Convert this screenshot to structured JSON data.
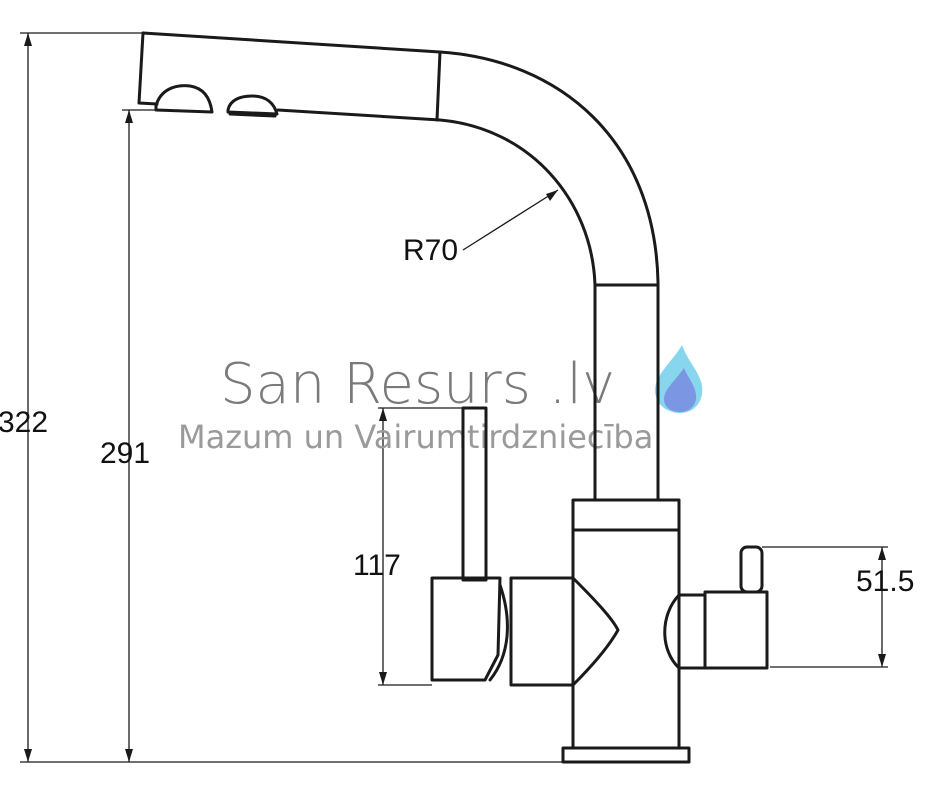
{
  "dimensions": {
    "total_height": "322",
    "spout_height": "291",
    "spout_radius": "R70",
    "lever_height": "117",
    "side_handle_height": "51.5"
  },
  "watermark": {
    "title": "San Resurs .lv",
    "subtitle": "Mazum un Vairumtirdzniecība",
    "drop_colors": [
      "#5fc8e8",
      "#7a8fe0"
    ]
  }
}
